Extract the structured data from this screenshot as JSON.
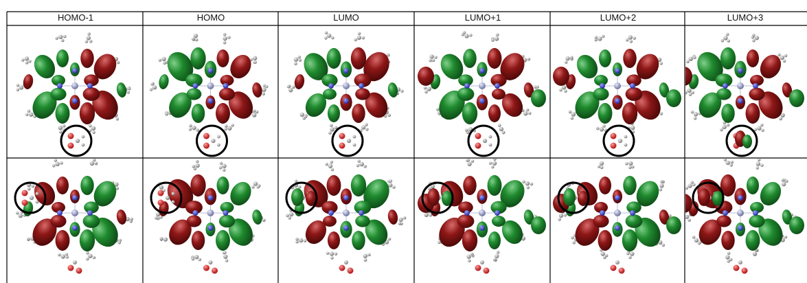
{
  "table": {
    "columns": [
      "HOMO-1",
      "HOMO",
      "LUMO",
      "LUMO+1",
      "LUMO+2",
      "LUMO+3"
    ]
  },
  "colors": {
    "grid": "#000000",
    "positive_lobe": "#1e7a2a",
    "negative_lobe": "#8b1414",
    "nitrogen": "#3a3fb0",
    "metal_center": "#8a8fb8",
    "carbon": "#8c8c8c",
    "hydrogen": "#e0e0e0",
    "oxygen": "#d42020",
    "highlight_circle": "#000000"
  },
  "rows": [
    {
      "highlight": "bottom-center"
    },
    {
      "highlight": "top-left"
    }
  ]
}
